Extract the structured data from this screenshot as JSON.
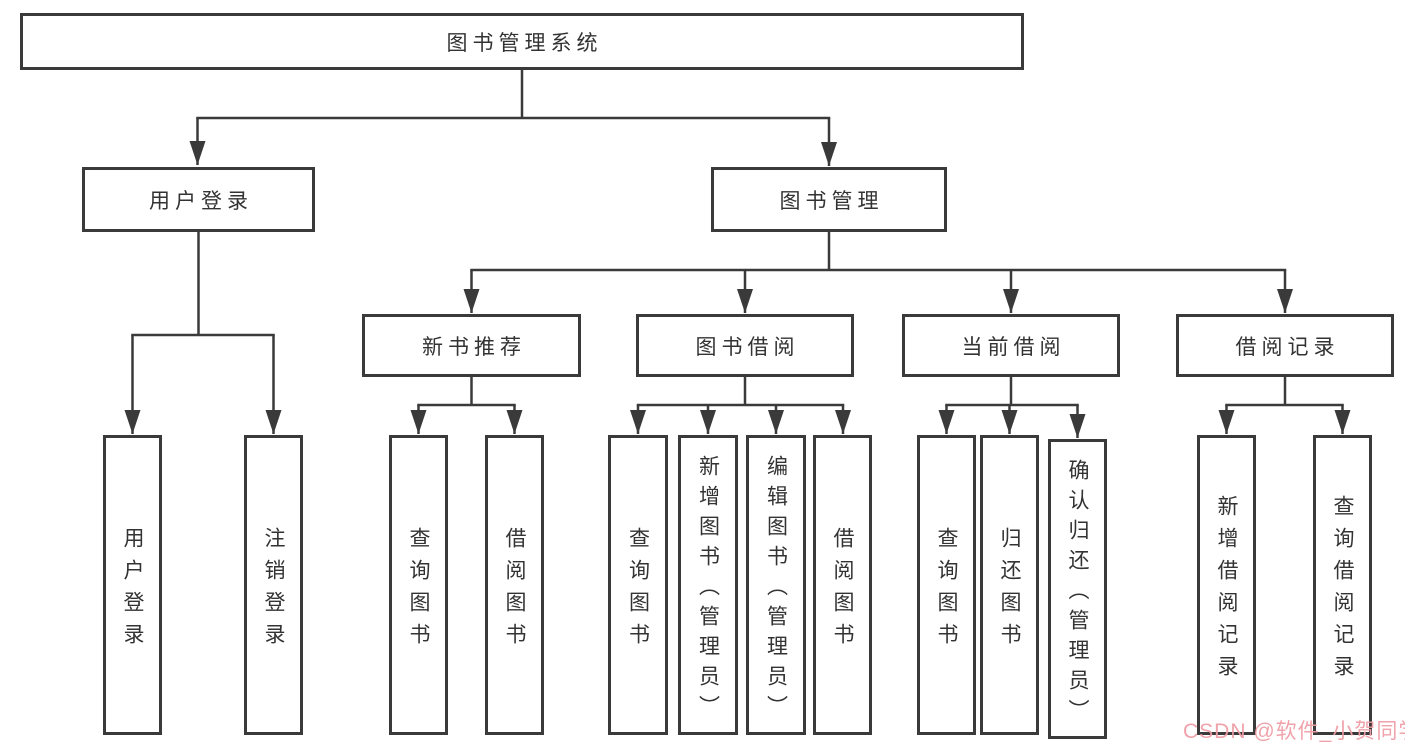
{
  "diagram_title": "图书管理系统",
  "tree": {
    "root": {
      "label": "图书管理系统"
    },
    "branches": [
      {
        "label": "用户登录",
        "children": [
          {
            "label": "用户登录"
          },
          {
            "label": "注销登录"
          }
        ]
      },
      {
        "label": "图书管理",
        "children": [
          {
            "label": "新书推荐",
            "children": [
              {
                "label": "查询图书"
              },
              {
                "label": "借阅图书"
              }
            ]
          },
          {
            "label": "图书借阅",
            "children": [
              {
                "label": "查询图书"
              },
              {
                "label": "新增图书（管理员）"
              },
              {
                "label": "编辑图书（管理员）"
              },
              {
                "label": "借阅图书"
              }
            ]
          },
          {
            "label": "当前借阅",
            "children": [
              {
                "label": "查询图书"
              },
              {
                "label": "归还图书"
              },
              {
                "label": "确认归还（管理员）"
              }
            ]
          },
          {
            "label": "借阅记录",
            "children": [
              {
                "label": "新增借阅记录"
              },
              {
                "label": "查询借阅记录"
              }
            ]
          }
        ]
      }
    ]
  },
  "watermark": {
    "text": "CSDN @软件_小贺同学",
    "color": "#ef9ea6"
  },
  "colors": {
    "line": "#3a3a3a",
    "text": "#333333",
    "background": "#ffffff"
  }
}
